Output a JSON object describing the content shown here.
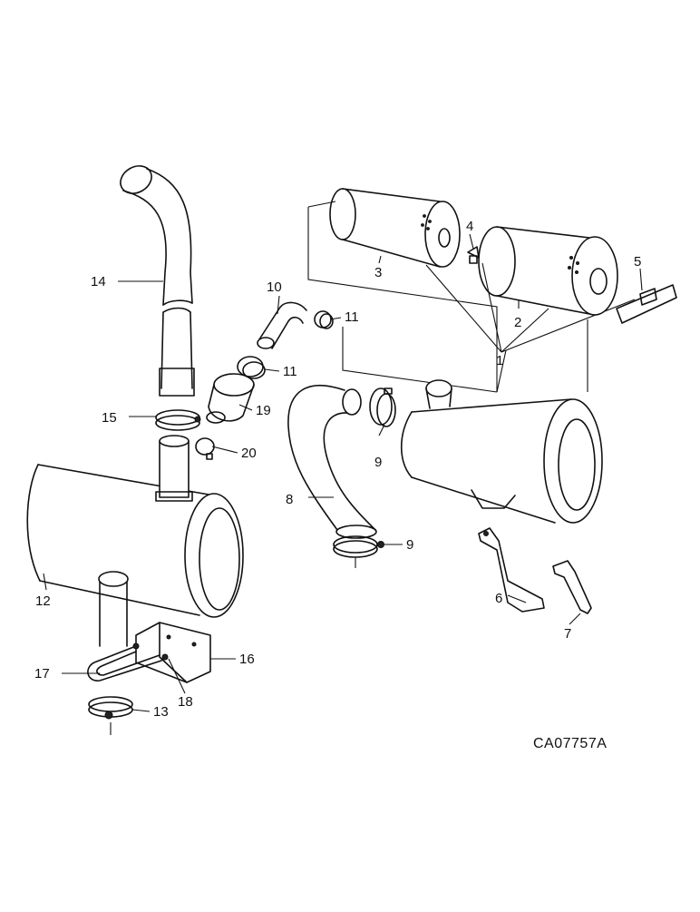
{
  "diagram": {
    "drawing_code": "CA07757A",
    "callouts": {
      "c1": "1",
      "c2": "2",
      "c3": "3",
      "c4": "4",
      "c5": "5",
      "c6": "6",
      "c7": "7",
      "c8": "8",
      "c9a": "9",
      "c9b": "9",
      "c10": "10",
      "c11a": "11",
      "c11b": "11",
      "c12": "12",
      "c13": "13",
      "c14": "14",
      "c15": "15",
      "c16": "16",
      "c17": "17",
      "c18": "18",
      "c19": "19",
      "c20": "20"
    }
  }
}
